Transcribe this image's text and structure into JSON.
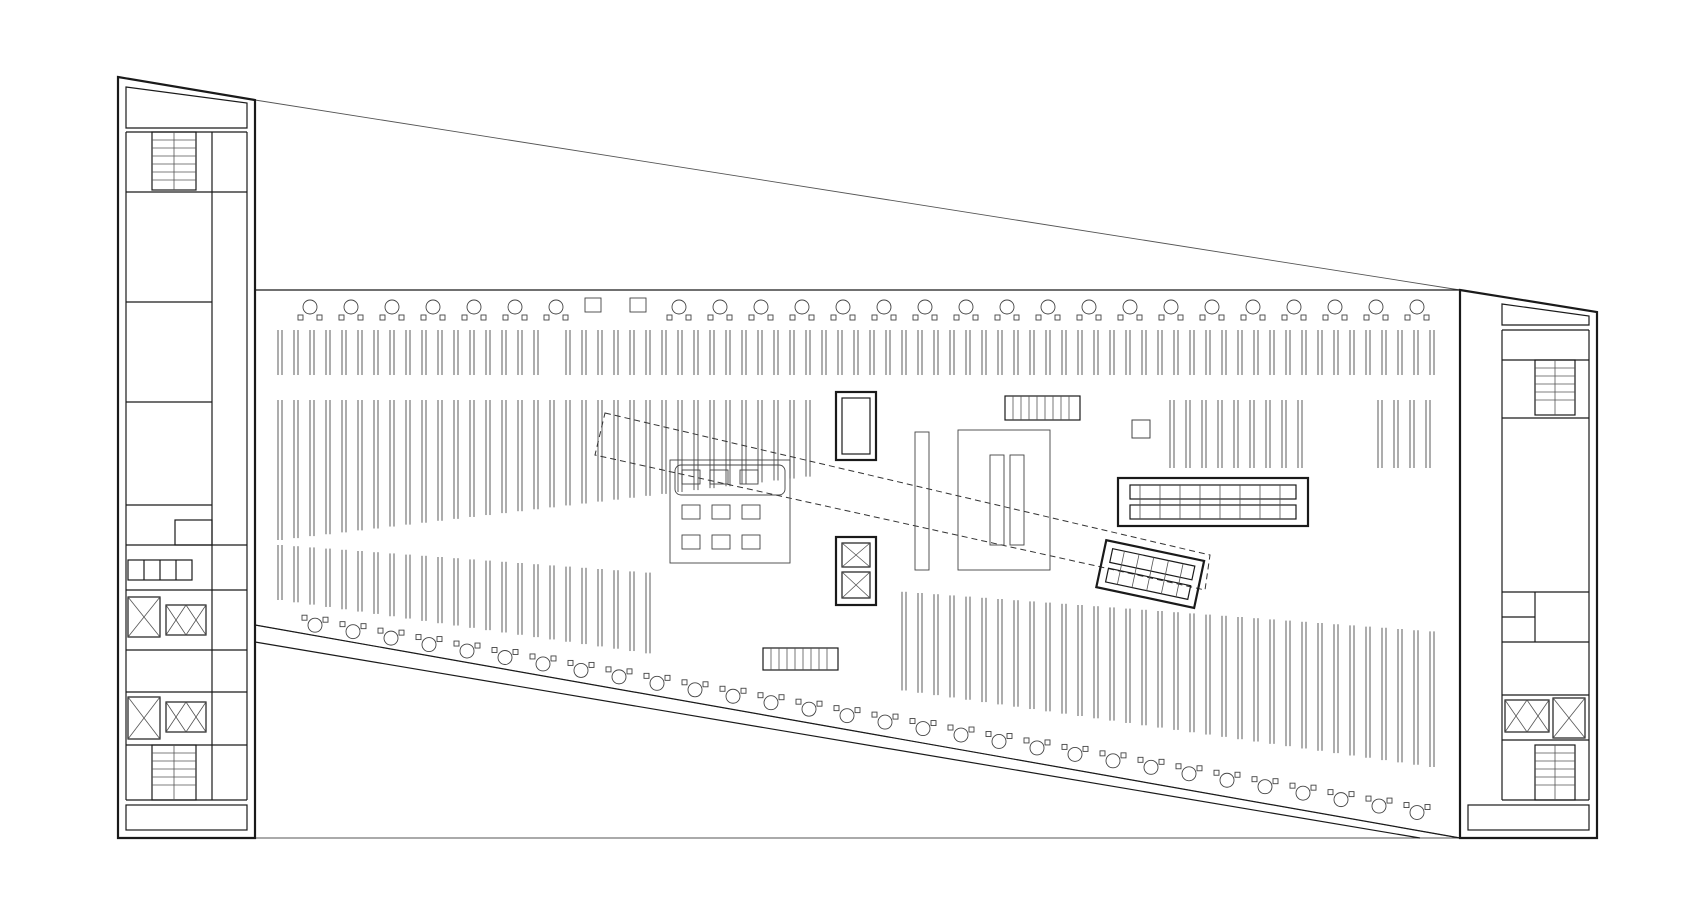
{
  "drawing": {
    "type": "architectural-floor-plan",
    "labels": [],
    "colors": {
      "line": "#1a1a1a",
      "light_line": "#6a6a6a",
      "background": "#ffffff"
    },
    "elements": {
      "left_core": "service-core",
      "right_core": "service-core",
      "reading_rooms": [
        "reading-room"
      ],
      "stair_icons": [
        "stair-icon"
      ],
      "elevator_icons": [
        "elevator-icon"
      ],
      "escalator_icons": [
        "escalator-icon"
      ]
    }
  }
}
